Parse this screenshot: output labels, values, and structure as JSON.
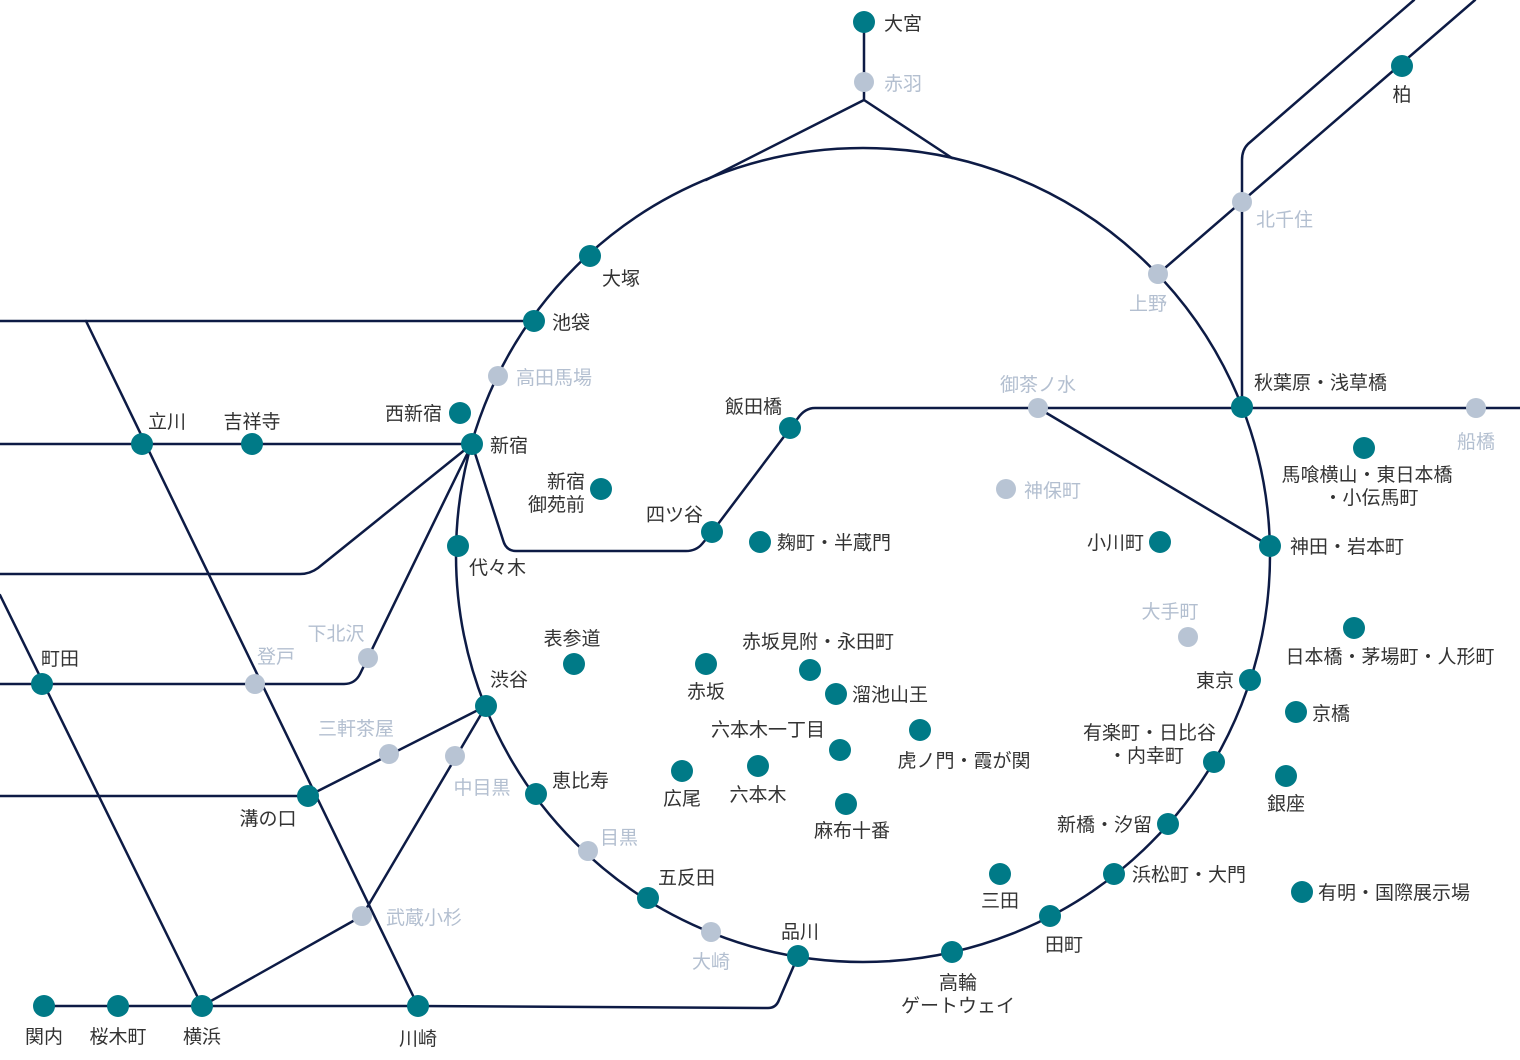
{
  "colors": {
    "active_station": "#007a87",
    "inactive_station": "#b8c4d4",
    "line": "#0d1b45",
    "label": "#333333",
    "inactive_label": "#b3bfd0"
  },
  "active_stations": [
    {
      "lines": [
        "大宮"
      ]
    },
    {
      "lines": [
        "柏"
      ]
    },
    {
      "lines": [
        "大塚"
      ]
    },
    {
      "lines": [
        "池袋"
      ]
    },
    {
      "lines": [
        "西新宿"
      ]
    },
    {
      "lines": [
        "新宿"
      ]
    },
    {
      "lines": [
        "立川"
      ]
    },
    {
      "lines": [
        "吉祥寺"
      ]
    },
    {
      "lines": [
        "新宿",
        "御苑前"
      ]
    },
    {
      "lines": [
        "飯田橋"
      ]
    },
    {
      "lines": [
        "四ツ谷"
      ]
    },
    {
      "lines": [
        "麹町・半蔵門"
      ]
    },
    {
      "lines": [
        "代々木"
      ]
    },
    {
      "lines": [
        "小川町"
      ]
    },
    {
      "lines": [
        "秋葉原・浅草橋"
      ]
    },
    {
      "lines": [
        "馬喰横山・東日本橋",
        "・小伝馬町"
      ]
    },
    {
      "lines": [
        "神田・岩本町"
      ]
    },
    {
      "lines": [
        "日本橋・茅場町・人形町"
      ]
    },
    {
      "lines": [
        "東京"
      ]
    },
    {
      "lines": [
        "京橋"
      ]
    },
    {
      "lines": [
        "有楽町・日比谷",
        "・内幸町"
      ]
    },
    {
      "lines": [
        "銀座"
      ]
    },
    {
      "lines": [
        "新橋・汐留"
      ]
    },
    {
      "lines": [
        "浜松町・大門"
      ]
    },
    {
      "lines": [
        "有明・国際展示場"
      ]
    },
    {
      "lines": [
        "三田"
      ]
    },
    {
      "lines": [
        "田町"
      ]
    },
    {
      "lines": [
        "高輪",
        "ゲートウェイ"
      ]
    },
    {
      "lines": [
        "品川"
      ]
    },
    {
      "lines": [
        "五反田"
      ]
    },
    {
      "lines": [
        "恵比寿"
      ]
    },
    {
      "lines": [
        "渋谷"
      ]
    },
    {
      "lines": [
        "表参道"
      ]
    },
    {
      "lines": [
        "赤坂"
      ]
    },
    {
      "lines": [
        "赤坂見附・永田町"
      ]
    },
    {
      "lines": [
        "溜池山王"
      ]
    },
    {
      "lines": [
        "六本木一丁目"
      ]
    },
    {
      "lines": [
        "虎ノ門・霞が関"
      ]
    },
    {
      "lines": [
        "広尾"
      ]
    },
    {
      "lines": [
        "六本木"
      ]
    },
    {
      "lines": [
        "麻布十番"
      ]
    },
    {
      "lines": [
        "町田"
      ]
    },
    {
      "lines": [
        "溝の口"
      ]
    },
    {
      "lines": [
        "横浜"
      ]
    },
    {
      "lines": [
        "桜木町"
      ]
    },
    {
      "lines": [
        "関内"
      ]
    },
    {
      "lines": [
        "川崎"
      ]
    }
  ],
  "inactive_stations": [
    {
      "lines": [
        "赤羽"
      ]
    },
    {
      "lines": [
        "北千住"
      ]
    },
    {
      "lines": [
        "上野"
      ]
    },
    {
      "lines": [
        "高田馬場"
      ]
    },
    {
      "lines": [
        "御茶ノ水"
      ]
    },
    {
      "lines": [
        "船橋"
      ]
    },
    {
      "lines": [
        "神保町"
      ]
    },
    {
      "lines": [
        "大手町"
      ]
    },
    {
      "lines": [
        "下北沢"
      ]
    },
    {
      "lines": [
        "登戸"
      ]
    },
    {
      "lines": [
        "三軒茶屋"
      ]
    },
    {
      "lines": [
        "中目黒"
      ]
    },
    {
      "lines": [
        "目黒"
      ]
    },
    {
      "lines": [
        "大崎"
      ]
    },
    {
      "lines": [
        "武蔵小杉"
      ]
    }
  ]
}
